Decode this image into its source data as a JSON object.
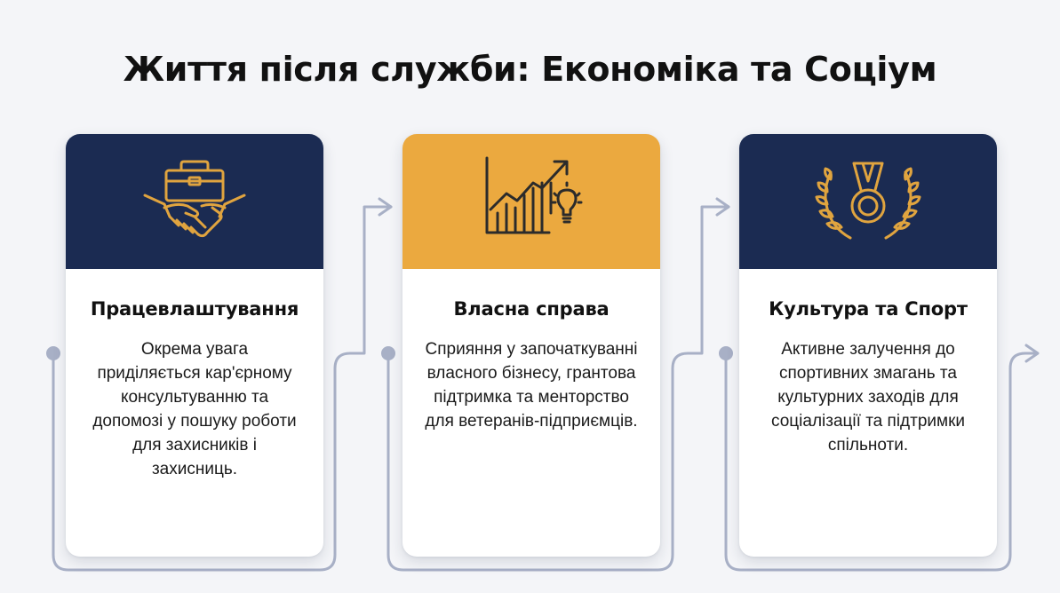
{
  "title": "Життя після служби: Економіка та Соціум",
  "colors": {
    "navy": "#1b2b52",
    "gold": "#eba93f",
    "icon_gold": "#e0a43f",
    "icon_dark": "#2b2b2b",
    "connector": "#a8b0c6"
  },
  "cards": [
    {
      "icon": "handshake-briefcase-icon",
      "title": "Працевлаштування",
      "description": "Окрема увага приділяється кар'єрному консультуванню та допомозі у пошуку роботи для захисників і захисниць."
    },
    {
      "icon": "growth-chart-lightbulb-icon",
      "title": "Власна справа",
      "description": "Сприяння у започаткуванні власного бізнесу, грантова підтримка та менторство для ветеранів-підприємців."
    },
    {
      "icon": "medal-laurel-icon",
      "title": "Культура та Спорт",
      "description": "Активне залучення до спортивних змагань та культурних заходів для соціалізації та підтримки спільноти."
    }
  ]
}
